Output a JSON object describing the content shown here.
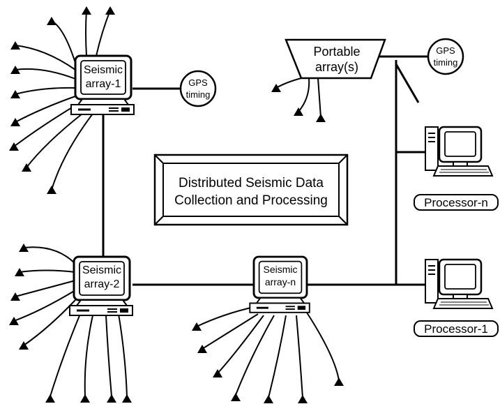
{
  "diagram": {
    "title_line1": "Distributed Seismic Data",
    "title_line2": "Collection and Processing",
    "nodes": {
      "array1": {
        "line1": "Seismic",
        "line2": "array-1"
      },
      "array2": {
        "line1": "Seismic",
        "line2": "array-2"
      },
      "arrayn": {
        "line1": "Seismic",
        "line2": "array-n"
      },
      "portable": {
        "line1": "Portable",
        "line2": "array(s)"
      },
      "gps1": {
        "line1": "GPS",
        "line2": "timing"
      },
      "gps2": {
        "line1": "GPS",
        "line2": "timing"
      },
      "procn": {
        "label": "Processor-n"
      },
      "proc1": {
        "label": "Processor-1"
      }
    }
  }
}
